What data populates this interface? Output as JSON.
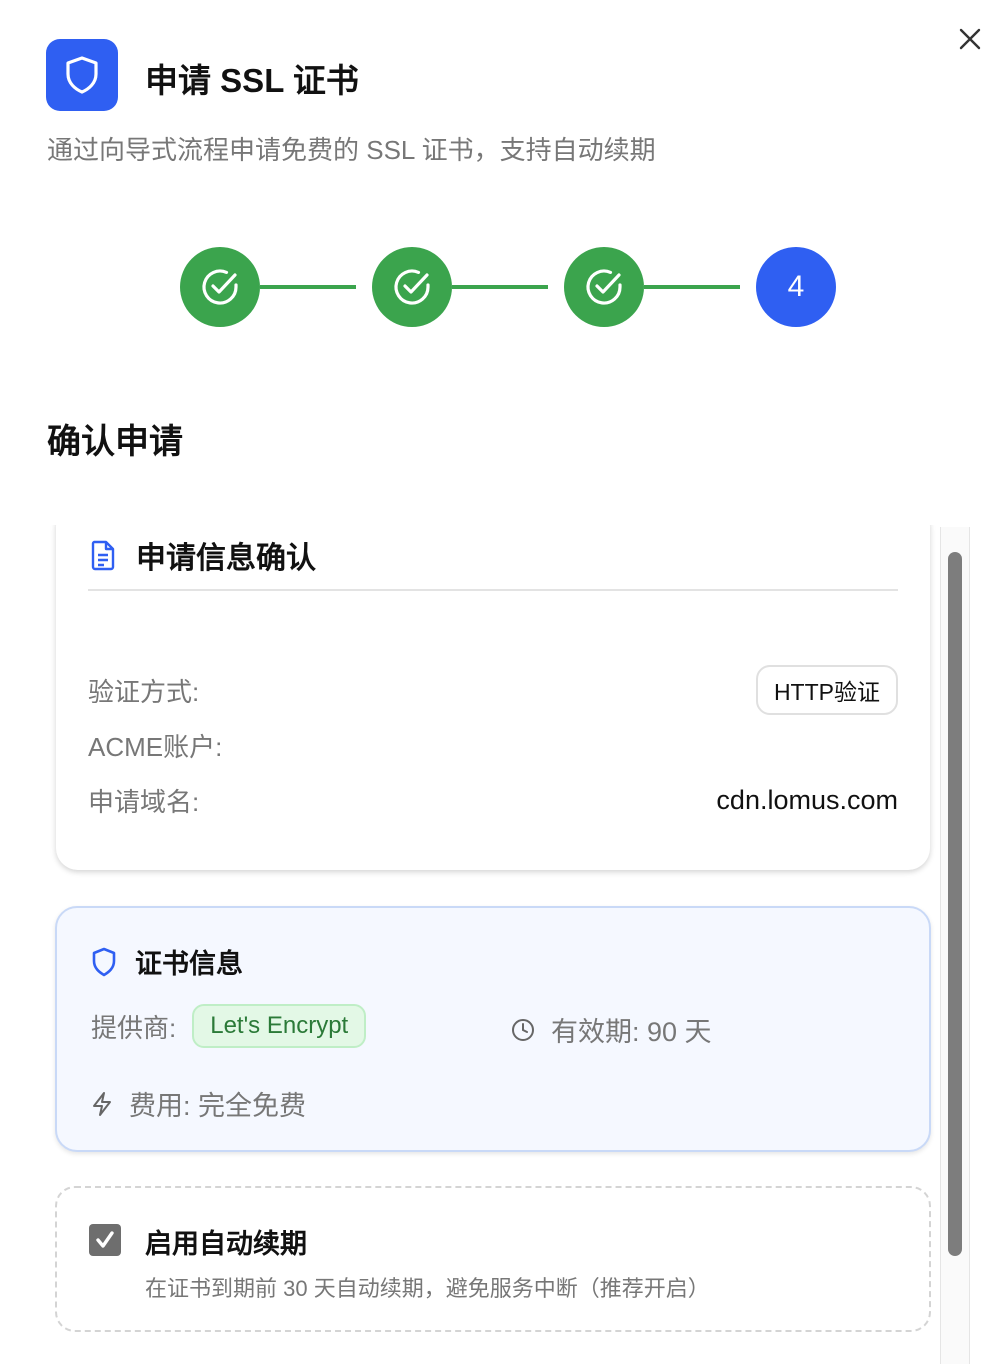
{
  "header": {
    "title": "申请 SSL 证书",
    "subtitle": "通过向导式流程申请免费的 SSL 证书，支持自动续期"
  },
  "steps": [
    {
      "state": "done"
    },
    {
      "state": "done"
    },
    {
      "state": "done"
    },
    {
      "state": "current",
      "label": "4"
    }
  ],
  "section_title": "确认申请",
  "confirm": {
    "title": "申请信息确认",
    "rows": [
      {
        "label": "验证方式:",
        "value": "HTTP验证"
      },
      {
        "label": "ACME账户:",
        "value": ""
      },
      {
        "label": "申请域名:",
        "value": "cdn.lomus.com"
      }
    ]
  },
  "cert": {
    "title": "证书信息",
    "provider_label": "提供商:",
    "provider": "Let's Encrypt",
    "validity": "有效期: 90 天",
    "cost": "费用: 完全免费"
  },
  "renew": {
    "checked": true,
    "title": "启用自动续期",
    "description": "在证书到期前 30 天自动续期，避免服务中断（推荐开启）"
  },
  "colors": {
    "primary": "#2f5ff2",
    "success": "#3ba44d"
  }
}
